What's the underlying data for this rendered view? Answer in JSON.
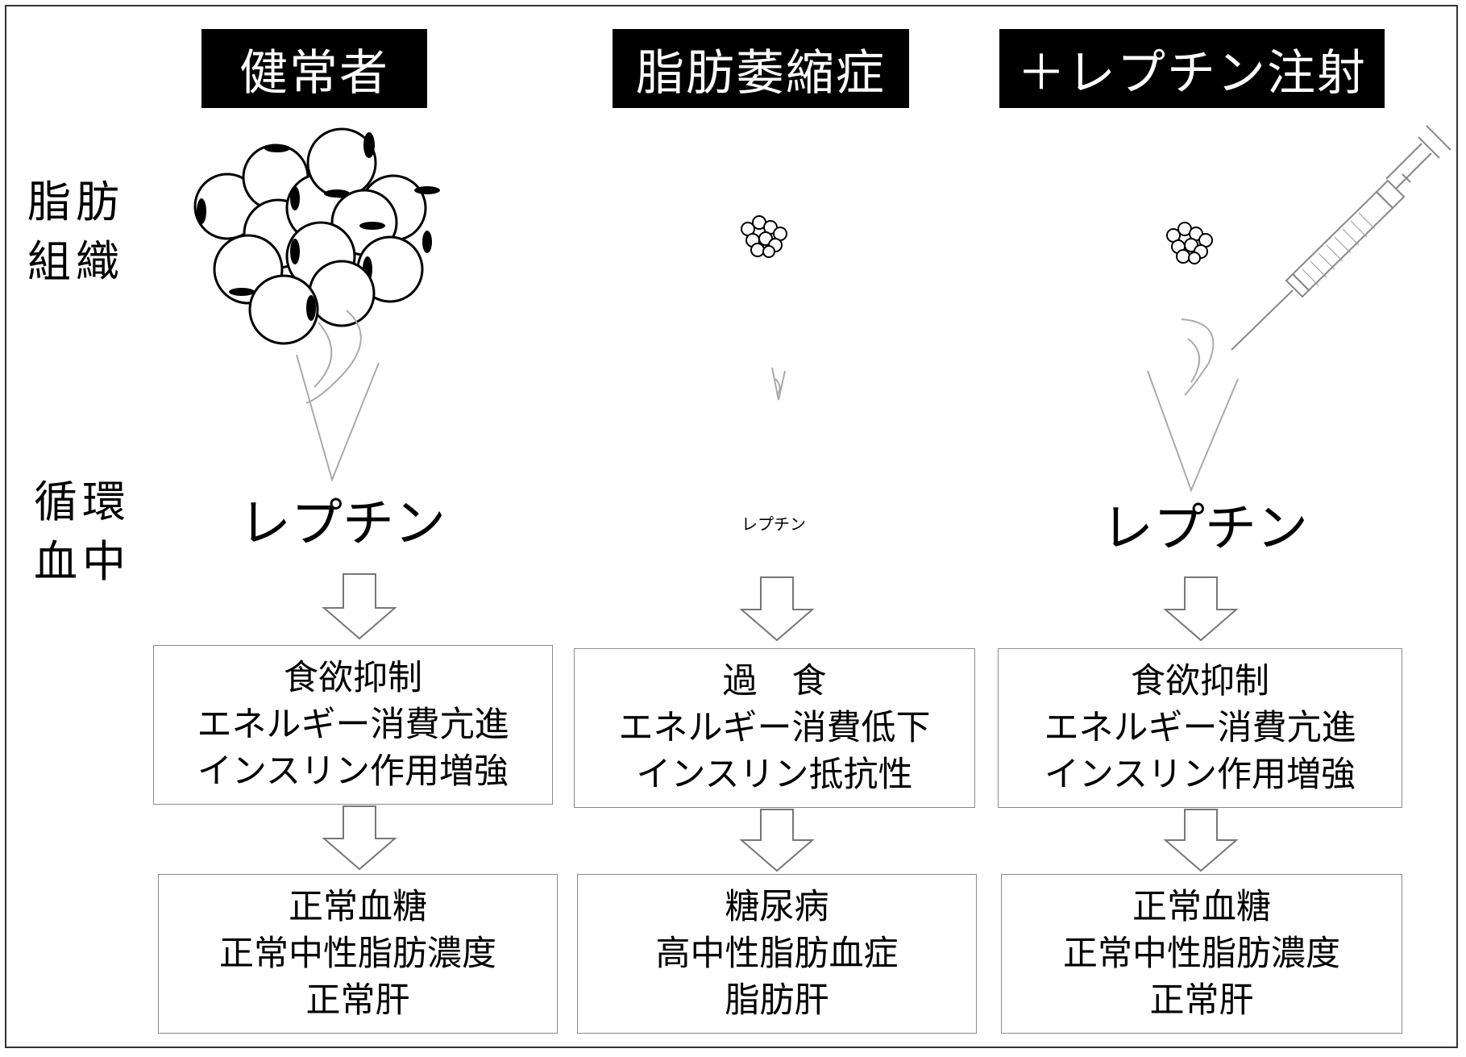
{
  "columns": [
    {
      "header": "健常者",
      "leptin": "レプチン",
      "effects": [
        "食欲抑制",
        "エネルギー消費亢進",
        "インスリン作用増強"
      ],
      "outcomes": [
        "正常血糖",
        "正常中性脂肪濃度",
        "正常肝"
      ]
    },
    {
      "header": "脂肪萎縮症",
      "leptin": "レプチン",
      "effects": [
        "過　食",
        "エネルギー消費低下",
        "インスリン抵抗性"
      ],
      "outcomes": [
        "糖尿病",
        "高中性脂肪血症",
        "脂肪肝"
      ]
    },
    {
      "header": "＋レプチン注射",
      "leptin": "レプチン",
      "effects": [
        "食欲抑制",
        "エネルギー消費亢進",
        "インスリン作用増強"
      ],
      "outcomes": [
        "正常血糖",
        "正常中性脂肪濃度",
        "正常肝"
      ]
    }
  ],
  "row_labels": {
    "adipose": "脂肪\n組織",
    "blood": "循環\n血中"
  }
}
